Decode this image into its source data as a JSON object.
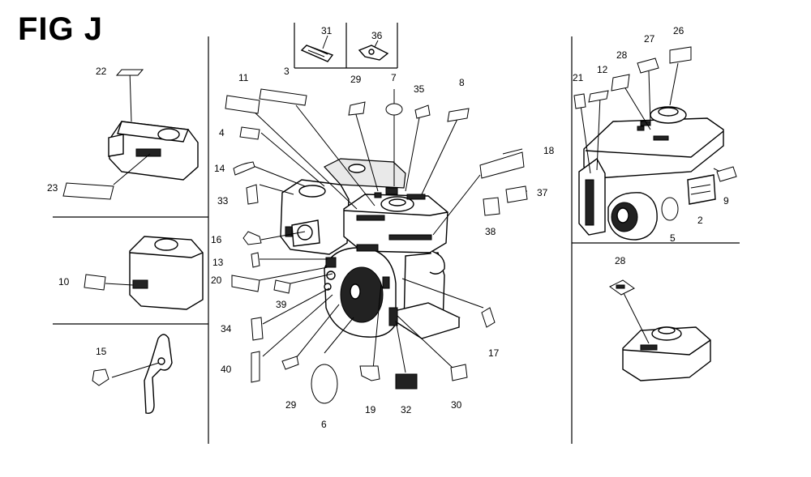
{
  "title": "FIG J",
  "callouts": {
    "n2": "2",
    "n3": "3",
    "n4": "4",
    "n5": "5",
    "n6": "6",
    "n7": "7",
    "n8": "8",
    "n9": "9",
    "n10": "10",
    "n11": "11",
    "n12": "12",
    "n13": "13",
    "n14": "14",
    "n15": "15",
    "n16": "16",
    "n17": "17",
    "n18": "18",
    "n19": "19",
    "n20": "20",
    "n21": "21",
    "n22": "22",
    "n23": "23",
    "n26": "26",
    "n27": "27",
    "n28a": "28",
    "n28b": "28",
    "n29a": "29",
    "n29b": "29",
    "n30": "30",
    "n31": "31",
    "n32": "32",
    "n33": "33",
    "n34": "34",
    "n35": "35",
    "n36": "36",
    "n37": "37",
    "n38": "38",
    "n39": "39",
    "n40": "40"
  }
}
